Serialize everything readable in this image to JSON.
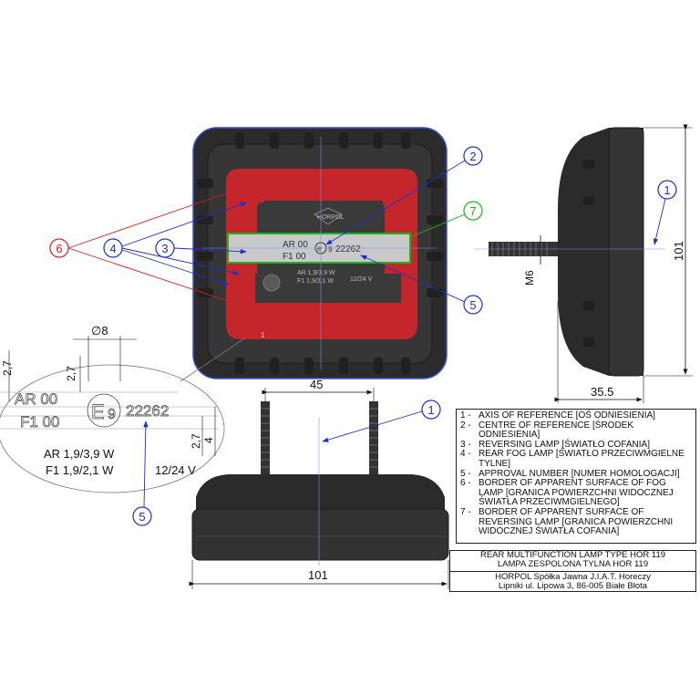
{
  "callouts": {
    "c1": "1",
    "c2": "2",
    "c3": "3",
    "c4": "4",
    "c5": "5",
    "c6": "6",
    "c7": "7"
  },
  "lamp": {
    "brand": "HORPOL",
    "line_ar": "AR  00",
    "line_f1": "F1  00",
    "emark": "e",
    "emark_num": "9",
    "approval": "22262",
    "watt_ar": "AR  1,9/3,9 W",
    "watt_f1": "F1  1,9/2,1 W",
    "voltage": "12/24 V",
    "corner_num": "1"
  },
  "detail": {
    "dia_label": "∅8",
    "dim_27a": "2,7",
    "dim_27b": "2,7",
    "dim_27c": "2,7",
    "dim_4": "4",
    "ar_code": "AR  00",
    "f1_code": "F1  00",
    "emark_letter": "E",
    "emark_num": "9",
    "approval": "22262",
    "watt_ar": "AR  1,9/3,9 W",
    "watt_f1": "F1  1,9/2,1 W",
    "voltage": "12/24 V"
  },
  "dimensions": {
    "bolt_spacing": "45",
    "width_bottom": "101",
    "height_side": "101",
    "depth_side": "35.5",
    "thread": "M6"
  },
  "legend": [
    {
      "num": "1 -",
      "text": "AXIS OF REFERENCE [OŚ ODNIESIENIA]"
    },
    {
      "num": "2 -",
      "text": "CENTRE OF REFERENCE [ŚRODEK ODNIESIENIA]"
    },
    {
      "num": "3 -",
      "text": "REVERSING LAMP [ŚWIATŁO COFANIA]"
    },
    {
      "num": "4 -",
      "text": "REAR FOG LAMP [ŚWIATŁO PRZECIWMGIELNE TYLNE]"
    },
    {
      "num": "5 -",
      "text": "APPROVAL NUMBER [NUMER HOMOLOGACJI]"
    },
    {
      "num": "6 -",
      "text": "BORDER OF APPARENT SURFACE OF FOG LAMP [GRANICA POWIERZCHNI WIDOCZNEJ ŚWIATŁA PRZECIWMGIELNEGO]"
    },
    {
      "num": "7 -",
      "text": "BORDER OF APPARENT SURFACE OF REVERSING LAMP [GRANICA POWIERZCHNI WIDOCZNEJ ŚWIATŁA COFANIA]"
    }
  ],
  "title_block": {
    "line1": "REAR MULTIFUNCTION LAMP TYPE HOR 119",
    "line2": "LAMPA ZESPOLONA TYLNA HOR 119",
    "line3": "HORPOL Spółka Jawna   J.I.A.T. Horeczy",
    "line4": "Lipniki ul. Lipowa 3, 86-005 Białe Błota"
  },
  "colors": {
    "body": "#2b2b2b",
    "lens": "#c4262c",
    "callout_blue": "#1f2fc8",
    "callout_red": "#e01b24",
    "callout_green": "#19b31b"
  }
}
